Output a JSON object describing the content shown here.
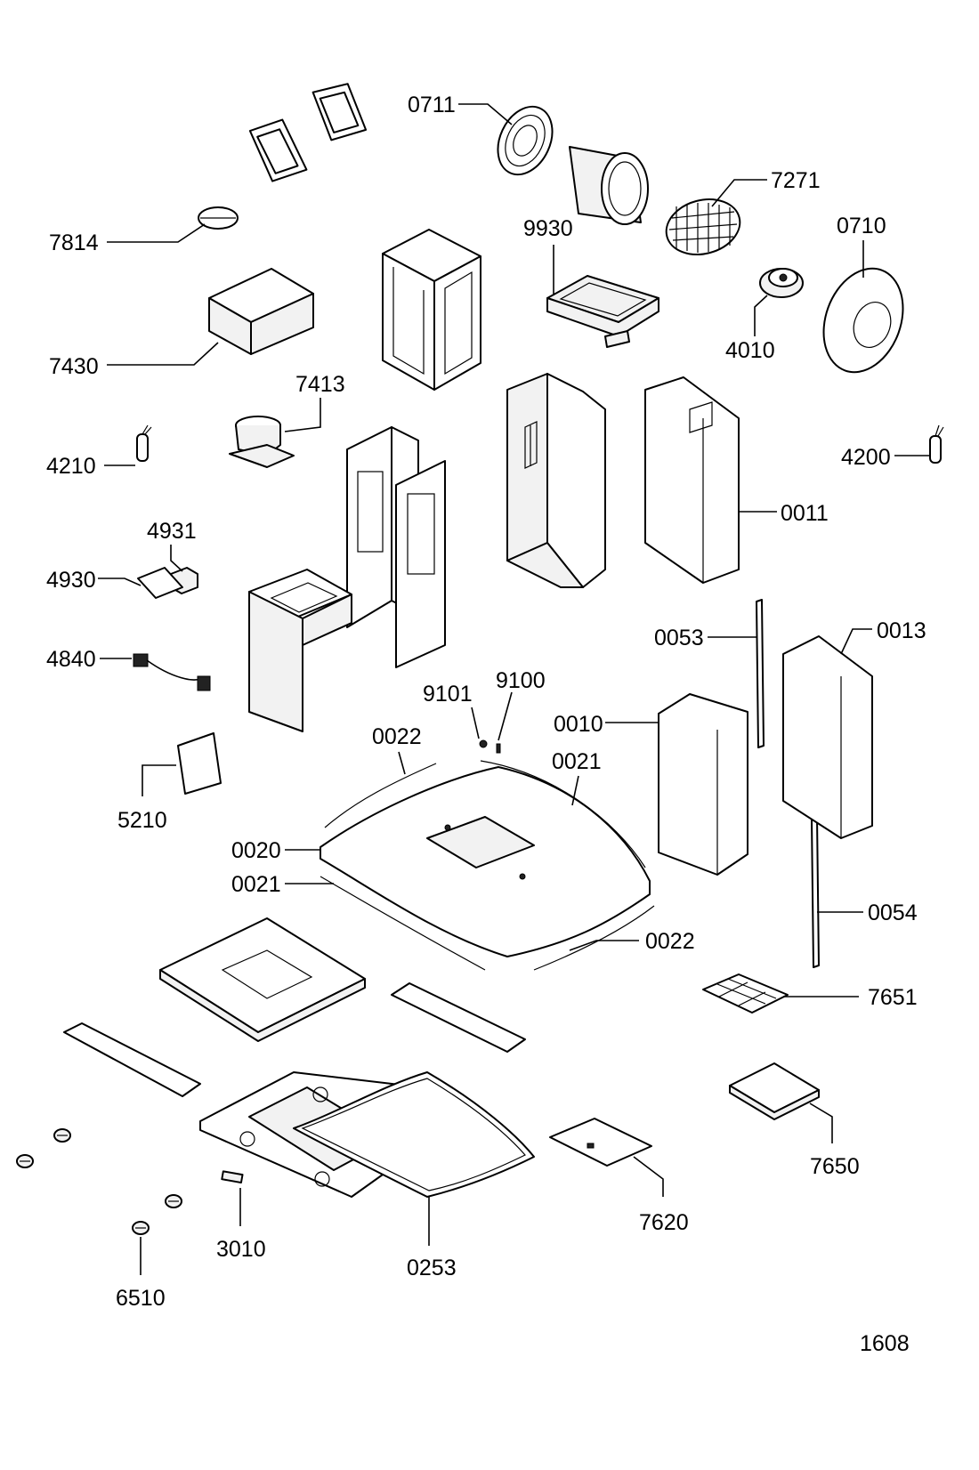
{
  "diagram": {
    "sheet_number": "1608",
    "callouts": {
      "p0711": "0711",
      "p7271": "7271",
      "p7814": "7814",
      "p9930": "9930",
      "p0710": "0710",
      "p7430": "7430",
      "p4010": "4010",
      "p7413": "7413",
      "p4210": "4210",
      "p4200": "4200",
      "p0011": "0011",
      "p4931": "4931",
      "p4930": "4930",
      "p0053": "0053",
      "p0013": "0013",
      "p4840": "4840",
      "p9101": "9101",
      "p9100": "9100",
      "p0022a": "0022",
      "p0010": "0010",
      "p0021a": "0021",
      "p5210": "5210",
      "p0020": "0020",
      "p0021b": "0021",
      "p0054": "0054",
      "p0022b": "0022",
      "p7651": "7651",
      "p7650": "7650",
      "p7620": "7620",
      "p3010": "3010",
      "p0253": "0253",
      "p6510": "6510"
    }
  }
}
